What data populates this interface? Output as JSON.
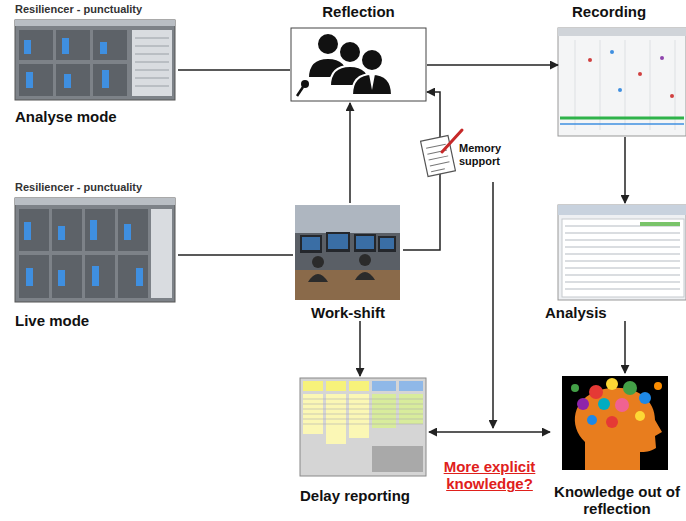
{
  "diagram": {
    "nodes": [
      {
        "text": [
          "Resiliencer - punctuality",
          "Analyse mode"
        ]
      },
      {
        "text": [
          "Reflection"
        ]
      },
      {
        "text": [
          "Recording"
        ]
      },
      {
        "text": [
          "Memory support"
        ]
      },
      {
        "text": [
          "Resiliencer - punctuality",
          "Live mode"
        ]
      },
      {
        "text": [
          "Work-shift"
        ]
      },
      {
        "text": [
          "Analysis"
        ]
      },
      {
        "text": [
          "Delay reporting"
        ]
      },
      {
        "text": [
          "Knowledge out of reflection"
        ]
      }
    ],
    "edges": [
      {
        "from": 0,
        "to": 1,
        "arrow": "none"
      },
      {
        "from": 1,
        "to": 2,
        "arrow": "to"
      },
      {
        "from": 2,
        "to": 6,
        "arrow": "to"
      },
      {
        "from": 6,
        "to": 8,
        "arrow": "to"
      },
      {
        "from": 4,
        "to": 5,
        "arrow": "none"
      },
      {
        "from": 5,
        "to": 1,
        "arrow": "to"
      },
      {
        "from": 5,
        "to": 1,
        "arrow": "to"
      },
      {
        "from": 5,
        "to": 7,
        "arrow": "to"
      },
      {
        "from": 7,
        "to": 8,
        "label": "More explicit knowledge?",
        "arrow": "both"
      }
    ]
  }
}
